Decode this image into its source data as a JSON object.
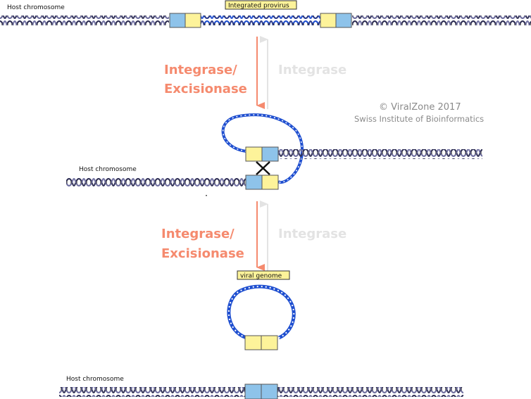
{
  "labels": {
    "host_chromosome_top": "Host chromosome",
    "host_chromosome_middle": "Host chromosome",
    "host_chromosome_bottom": "Host chromosome",
    "integrated_provirus": "Integrated provirus",
    "viral_genome": "viral genome"
  },
  "arrows": {
    "step1_forward": "Integrase/",
    "step1_forward_line2": "Excisionase",
    "step1_reverse": "Integrase",
    "step2_forward": "Integrase/",
    "step2_forward_line2": "Excisionase",
    "step2_reverse": "Integrase"
  },
  "credit": {
    "line1": "© ViralZone 2017",
    "line2": "Swiss Institute of Bioinformatics"
  },
  "colors": {
    "host_dna": "#2f2f55",
    "viral_dna": "#1f4fd0",
    "att_blue": "#8ec3ea",
    "att_yellow": "#fdf39a",
    "active_arrow": "#f58a6e",
    "inactive_arrow": "#e3e3e3",
    "credit_text": "#8a8a8a"
  }
}
